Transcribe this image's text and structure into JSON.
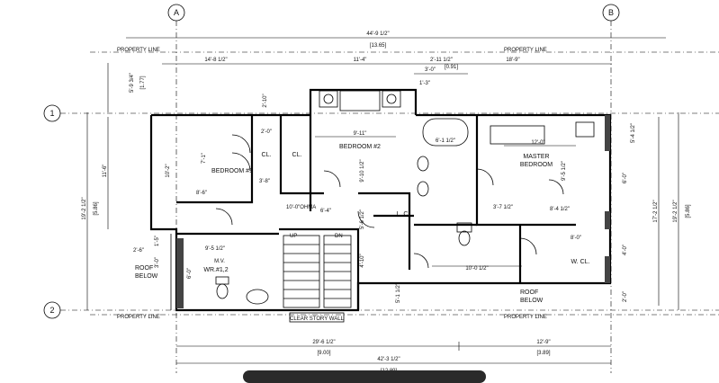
{
  "grid": {
    "a": "A",
    "b": "B",
    "r1": "1",
    "r2": "2"
  },
  "lines": {
    "property_line": "PROPERTY LINE",
    "clear_story_wall": "CLEAR STORY WALL",
    "roof_below": [
      "ROOF",
      "BELOW"
    ]
  },
  "rooms": {
    "bedroom1": "BEDROOM #1",
    "bedroom2": "BEDROOM #2",
    "master": [
      "MASTER",
      "BEDROOM"
    ],
    "cl": "CL.",
    "wcl": "W. CL.",
    "lc": "L. C.",
    "wr": "WR.#1,2",
    "mv": "M.V.",
    "up": "UP",
    "dn": "DN",
    "ohma": "10'-0\"OHMA"
  },
  "dims": {
    "overall_top": "44'-9 1/2\"",
    "overall_top_m": "[13.65]",
    "top_a": "14'-8 1/2\"",
    "top_b": "11'-4\"",
    "top_c": "18'-9\"",
    "top_s1": "3'-0\"",
    "top_s2": "1'-3\"",
    "top_s3": "2'-11 1/2\"",
    "top_s3m": "[0.91]",
    "left_1": "5'-9 3/4\"",
    "left_1m": "[1.77]",
    "left_overall": "19'-2 1/2\"",
    "left_m": "[5.86]",
    "left_b": "11'-6\"",
    "right_overall": "19'-2 1/2\"",
    "right_m": "[5.86]",
    "right_b": "17'-2 1/2\"",
    "right_c": "5'-4 1/2\"",
    "right_d": "6'-0\"",
    "right_e": "4'-0\"",
    "right_f": "2'-0\"",
    "bot_a": "29'-6 1/2\"",
    "bot_am": "[9.00]",
    "bot_b": "12'-9\"",
    "bot_bm": "[3.89]",
    "bot_overall": "42'-3 1/2\"",
    "bot_overall_m": "[12.89]",
    "in_2_10": "2'-10\"",
    "in_9_11": "9'-11\"",
    "in_10_2": "10'-2\"",
    "in_7_1": "7'-1\"",
    "in_8_6": "8'-6\"",
    "in_3_8": "3'-8\"",
    "in_2_0a": "2'-0\"",
    "in_6_1": "6'-1 1/2\"",
    "in_12_0": "12'-0\"",
    "in_9_5": "9'-5 1/2\"",
    "in_8_4": "8'-4 1/2\"",
    "in_8_0": "8'-0\"",
    "in_3_7": "3'-7 1/2\"",
    "in_6_4": "6'-4\"",
    "in_9_10": "9'-10 1/2\"",
    "in_5_6": "5'-6 1/2\"",
    "in_9_5b": "9'-5 1/2\"",
    "in_6_0": "6'-0\"",
    "in_4_10": "4'-10\"",
    "in_10_0": "10'-0 1/2\"",
    "in_2_6": "2'-6\"",
    "in_1_5": "1'-5\"",
    "in_3_0": "3'-0\"",
    "in_5_1": "5'-1 1/2\""
  }
}
